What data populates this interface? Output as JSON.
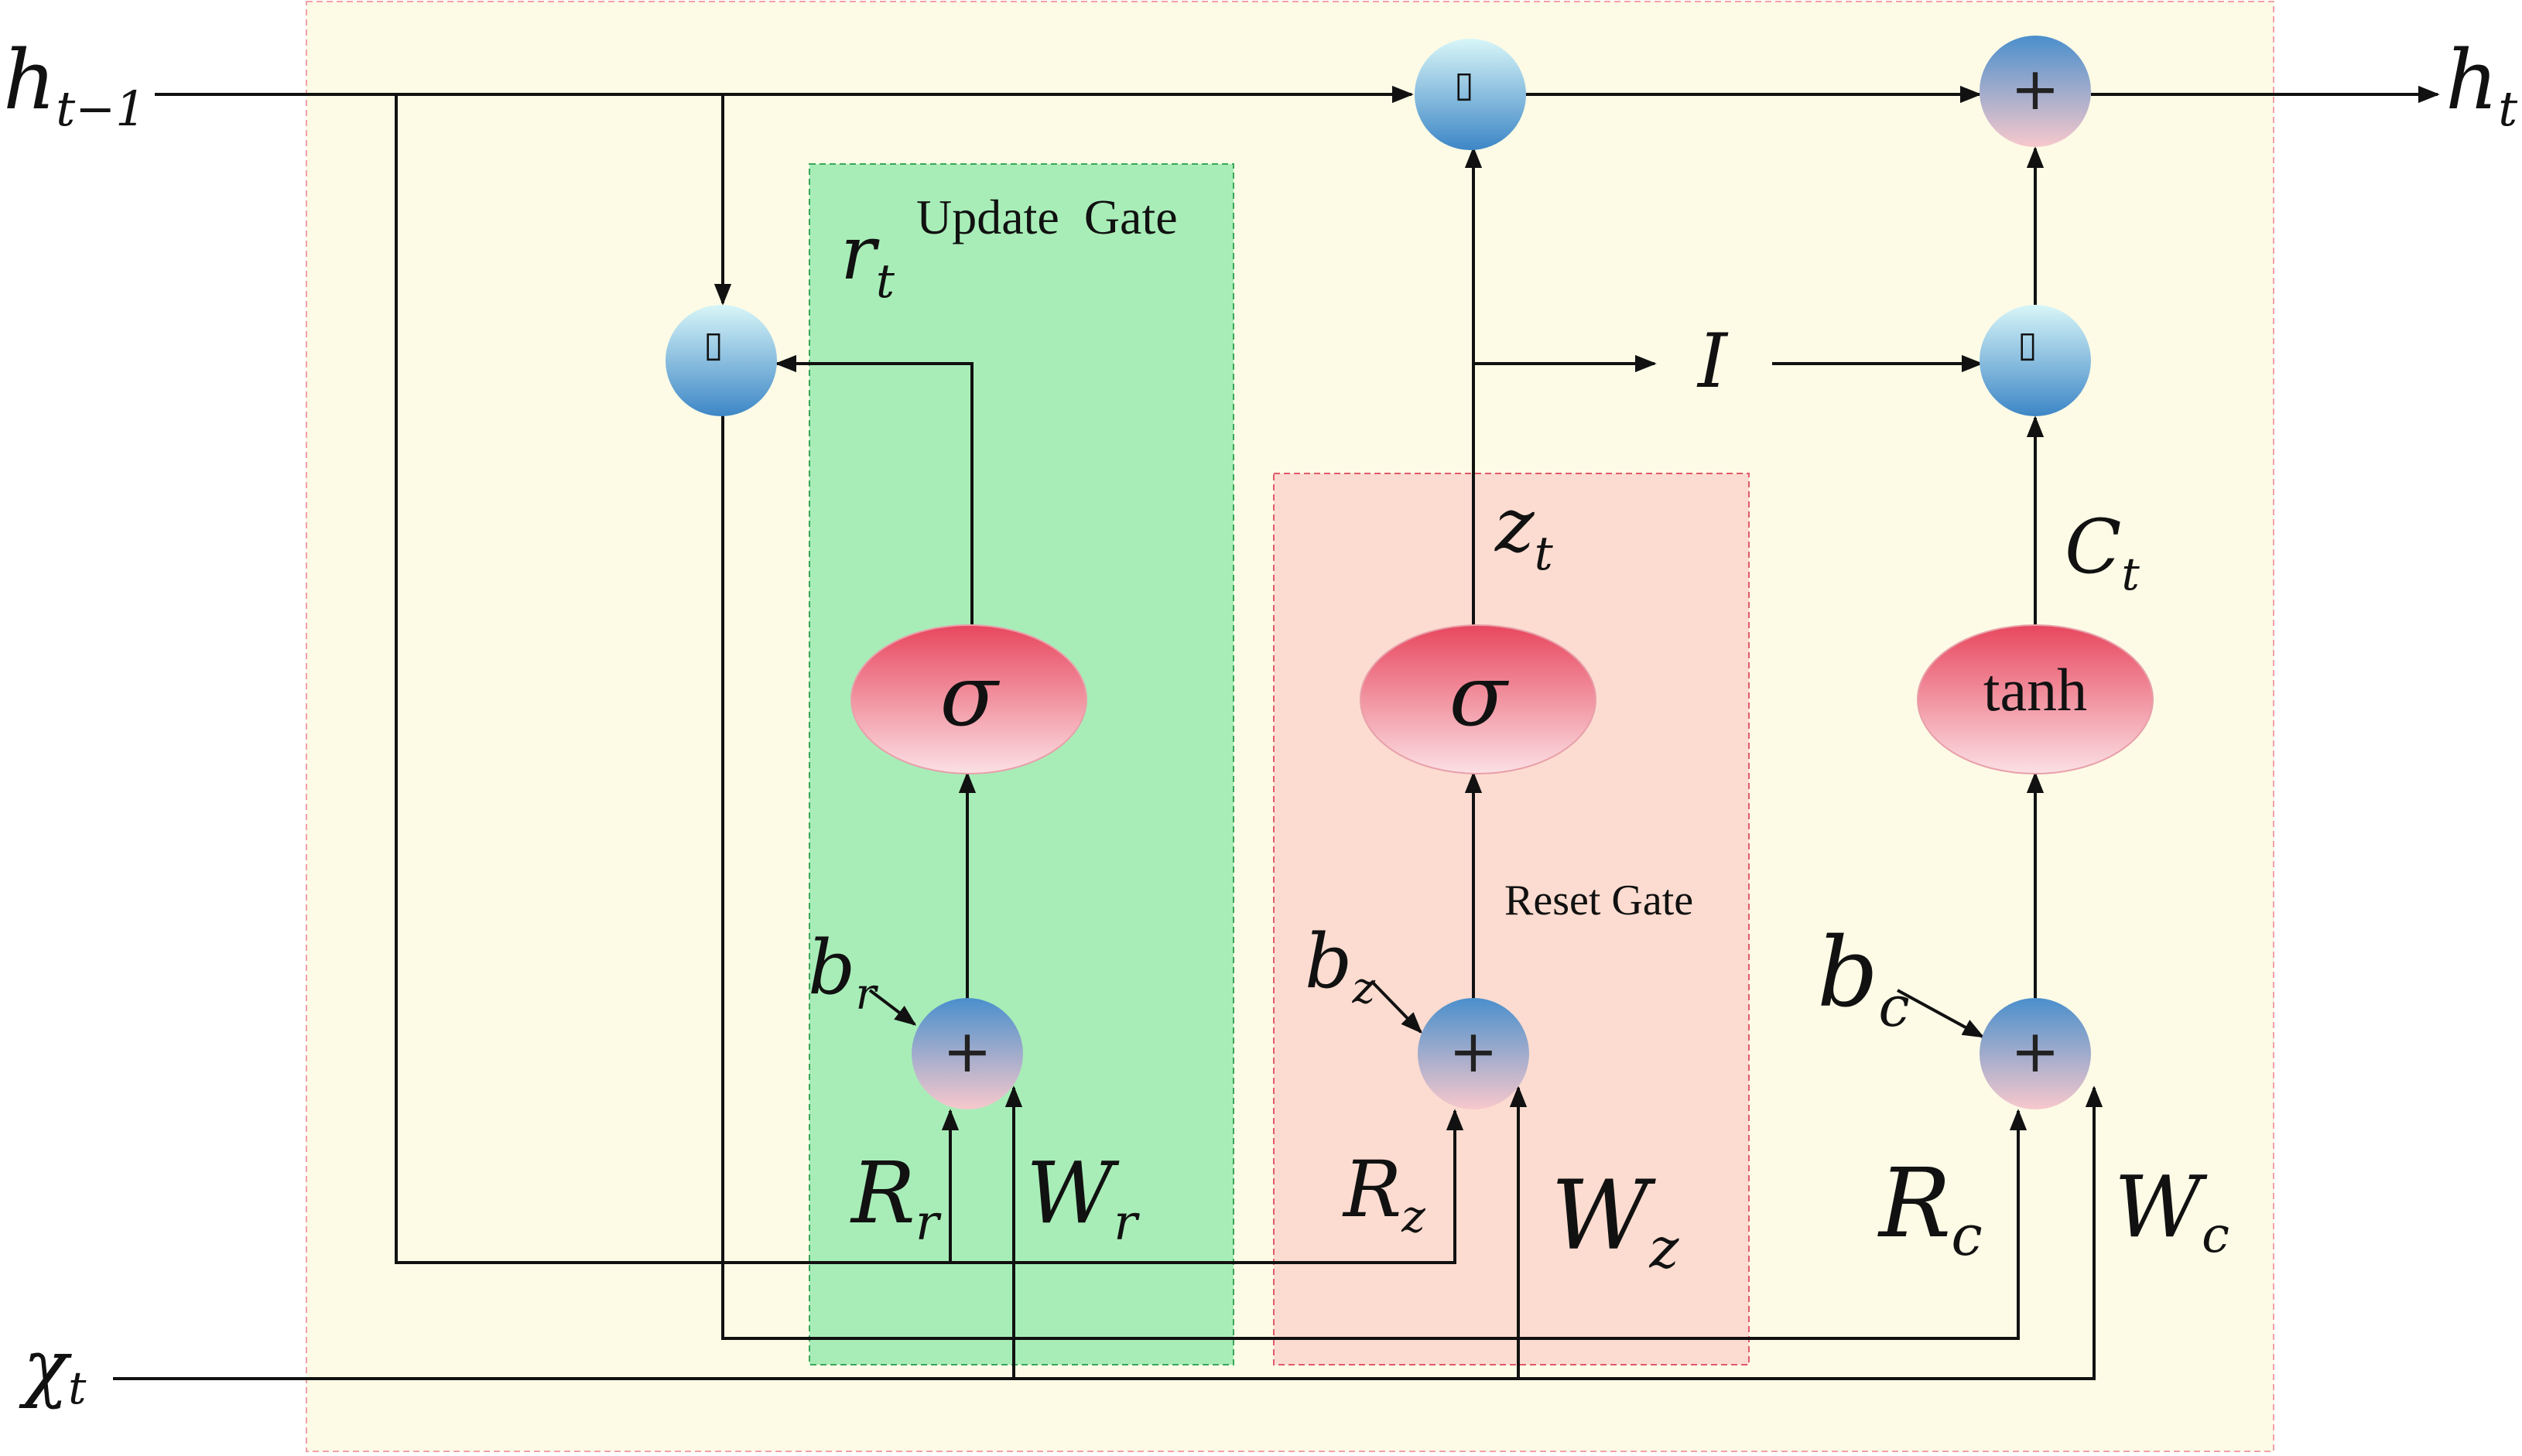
{
  "diagram": {
    "inputs": {
      "h_prev": {
        "base": "h",
        "sub": "t−1"
      },
      "x_t": {
        "base": "χ",
        "sub": "t"
      }
    },
    "output": {
      "base": "h",
      "sub": "t"
    },
    "regions": {
      "update_gate": {
        "label": "Update  Gate",
        "fill": "#a8edb8",
        "border": "#3aa65a"
      },
      "reset_gate": {
        "label": "Reset Gate",
        "fill": "#fcdcd0",
        "border": "#e05a6a"
      },
      "background": {
        "fill": "#fdfbe6",
        "border": "#f2a0a8"
      }
    },
    "signals": {
      "r_t": {
        "base": "r",
        "sub": "t"
      },
      "z_t": {
        "base": "z",
        "sub": "t"
      },
      "c_t": {
        "base": "C",
        "sub": "t"
      },
      "identity": "I"
    },
    "activations": {
      "sigma_r": "σ",
      "sigma_z": "σ",
      "tanh": "tanh"
    },
    "operators": {
      "plus": "+",
      "multiply": "▯"
    },
    "params": {
      "b_r": {
        "base": "b",
        "sub": "r"
      },
      "b_z": {
        "base": "b",
        "sub": "z"
      },
      "b_c": {
        "base": "b",
        "sub": "c"
      },
      "R_r": {
        "base": "R",
        "sub": "r"
      },
      "W_r": {
        "base": "W",
        "sub": "r"
      },
      "R_z": {
        "base": "R",
        "sub": "z"
      },
      "W_z": {
        "base": "W",
        "sub": "z"
      },
      "R_c": {
        "base": "R",
        "sub": "c"
      },
      "W_c": {
        "base": "W",
        "sub": "c"
      }
    },
    "colors": {
      "line": "#111111",
      "node_top": "#d8f6f8",
      "node_bottom": "#3d86c6",
      "plus_bottom": "#f7c8cc",
      "act_top": "#e8475e",
      "act_bottom": "#fbe0e4"
    }
  }
}
